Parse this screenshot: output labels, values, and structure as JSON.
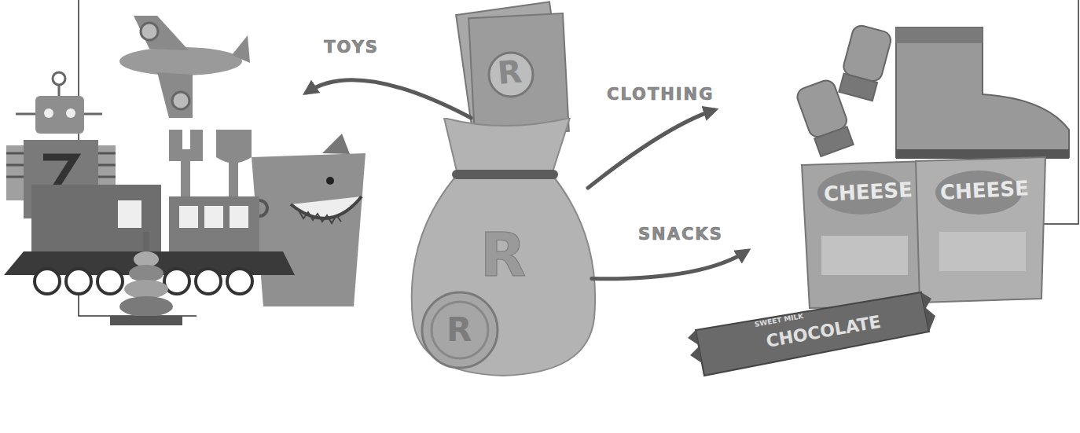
{
  "diagram": {
    "nodes": [
      {
        "text": [
          "R"
        ]
      },
      {
        "text": [
          "TOYS"
        ]
      },
      {
        "text": [
          "CLOTHING"
        ]
      },
      {
        "text": [
          "SNACKS"
        ]
      }
    ],
    "edges": [
      {
        "from": 0,
        "to": 1,
        "arrow": "to"
      },
      {
        "from": 0,
        "to": 2,
        "arrow": "to"
      },
      {
        "from": 0,
        "to": 3,
        "arrow": "to"
      }
    ],
    "labels": [
      "R",
      "R",
      "CHEESE",
      "CHEESE",
      "SWEET MILK",
      "CHOCOLATE"
    ]
  }
}
